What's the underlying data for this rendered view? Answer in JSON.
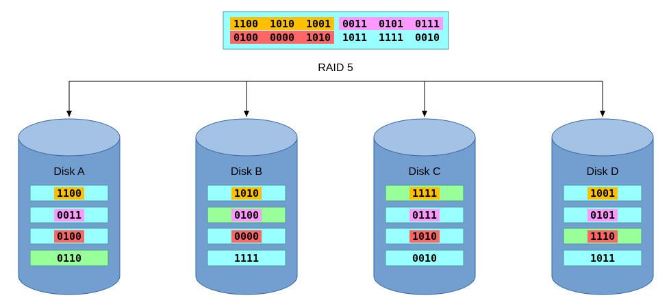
{
  "title": "RAID 5",
  "source_data": {
    "rows": [
      [
        {
          "text": "1100",
          "color": "orange"
        },
        {
          "text": "1010",
          "color": "orange"
        },
        {
          "text": "1001",
          "color": "orange"
        },
        {
          "text": "0011",
          "color": "pink"
        },
        {
          "text": "0101",
          "color": "pink"
        },
        {
          "text": "0111",
          "color": "pink"
        }
      ],
      [
        {
          "text": "0100",
          "color": "red"
        },
        {
          "text": "0000",
          "color": "red"
        },
        {
          "text": "1010",
          "color": "red"
        },
        {
          "text": "1011",
          "color": "none"
        },
        {
          "text": "1111",
          "color": "none"
        },
        {
          "text": "0010",
          "color": "none"
        }
      ]
    ]
  },
  "disks": [
    {
      "name": "Disk A",
      "blocks": [
        {
          "text": "1100",
          "text_color": "orange",
          "parity": false
        },
        {
          "text": "0011",
          "text_color": "pink",
          "parity": false
        },
        {
          "text": "0100",
          "text_color": "red",
          "parity": false
        },
        {
          "text": "0110",
          "text_color": "none",
          "parity": true
        }
      ]
    },
    {
      "name": "Disk B",
      "blocks": [
        {
          "text": "1010",
          "text_color": "orange",
          "parity": false
        },
        {
          "text": "0100",
          "text_color": "pink",
          "parity": true
        },
        {
          "text": "0000",
          "text_color": "red",
          "parity": false
        },
        {
          "text": "1111",
          "text_color": "none",
          "parity": false
        }
      ]
    },
    {
      "name": "Disk C",
      "blocks": [
        {
          "text": "1111",
          "text_color": "orange",
          "parity": true
        },
        {
          "text": "0111",
          "text_color": "pink",
          "parity": false
        },
        {
          "text": "1010",
          "text_color": "red",
          "parity": false
        },
        {
          "text": "0010",
          "text_color": "none",
          "parity": false
        }
      ]
    },
    {
      "name": "Disk D",
      "blocks": [
        {
          "text": "1001",
          "text_color": "orange",
          "parity": false
        },
        {
          "text": "0101",
          "text_color": "pink",
          "parity": false
        },
        {
          "text": "1110",
          "text_color": "red",
          "parity": true
        },
        {
          "text": "1011",
          "text_color": "none",
          "parity": false
        }
      ]
    }
  ],
  "colors": {
    "orange": "#ffc000",
    "pink": "#ff99ff",
    "red": "#ff6666",
    "cyan_block": "#99ffff",
    "parity_green": "#99ff99",
    "disk_body": "#729fcf",
    "disk_top": "#a4c2e4",
    "disk_stroke": "#3465a4",
    "line": "#000000"
  }
}
